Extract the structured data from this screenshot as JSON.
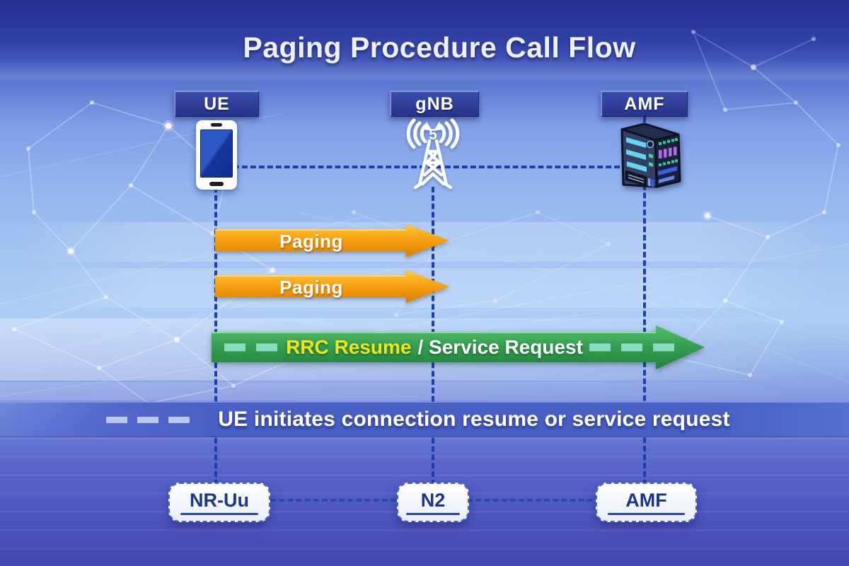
{
  "title": "Paging Procedure Call Flow",
  "entities": [
    {
      "label": "UE",
      "icon": "smartphone-icon"
    },
    {
      "label": "gNB",
      "icon": "cell-tower-icon",
      "tower_badge": "5"
    },
    {
      "label": "AMF",
      "icon": "server-icon"
    }
  ],
  "messages": [
    {
      "label": "Paging",
      "from": "UE",
      "to": "gNB",
      "style": "orange-arrow",
      "direction": "right"
    },
    {
      "label": "Paging",
      "from": "UE",
      "to": "gNB",
      "style": "orange-arrow",
      "direction": "right"
    },
    {
      "label_highlight": "RRC Resume",
      "label_rest": "/ Service Request",
      "from": "UE",
      "to": "AMF",
      "style": "green-dashed-arrow",
      "direction": "right"
    }
  ],
  "caption": {
    "text": "UE initiates connection resume or service request"
  },
  "interfaces": [
    {
      "label": "NR-Uu"
    },
    {
      "label": "N2"
    },
    {
      "label": "AMF"
    }
  ],
  "colors": {
    "orange_arrow": "#F6A118",
    "green_arrow": "#35A456",
    "dashed_line": "#1D3EAE",
    "highlight_text": "#F2E41C",
    "entity_box": "#2D3C99",
    "interface_text": "#1C3690",
    "band": "#4A5FC4"
  }
}
